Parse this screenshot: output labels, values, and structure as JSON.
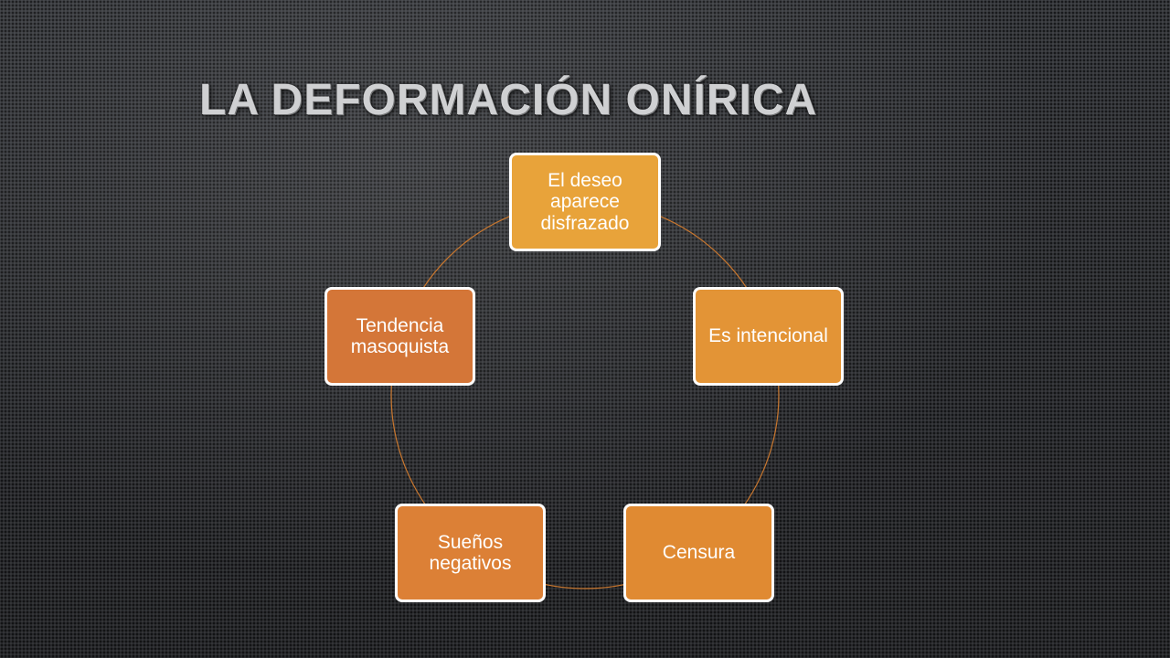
{
  "title": "La deformación onírica",
  "diagram": {
    "type": "cycle",
    "nodes": [
      {
        "label": "El deseo aparece disfrazado"
      },
      {
        "label": "Es intencional"
      },
      {
        "label": "Censura"
      },
      {
        "label": "Sueños negativos"
      },
      {
        "label": "Tendencia masoquista"
      }
    ]
  },
  "colors": {
    "node_fill": [
      "#e8a33a",
      "#e39436",
      "#e08a32",
      "#dc8036",
      "#d47638"
    ],
    "connector": "#c9772e",
    "node_border": "#ffffff"
  }
}
